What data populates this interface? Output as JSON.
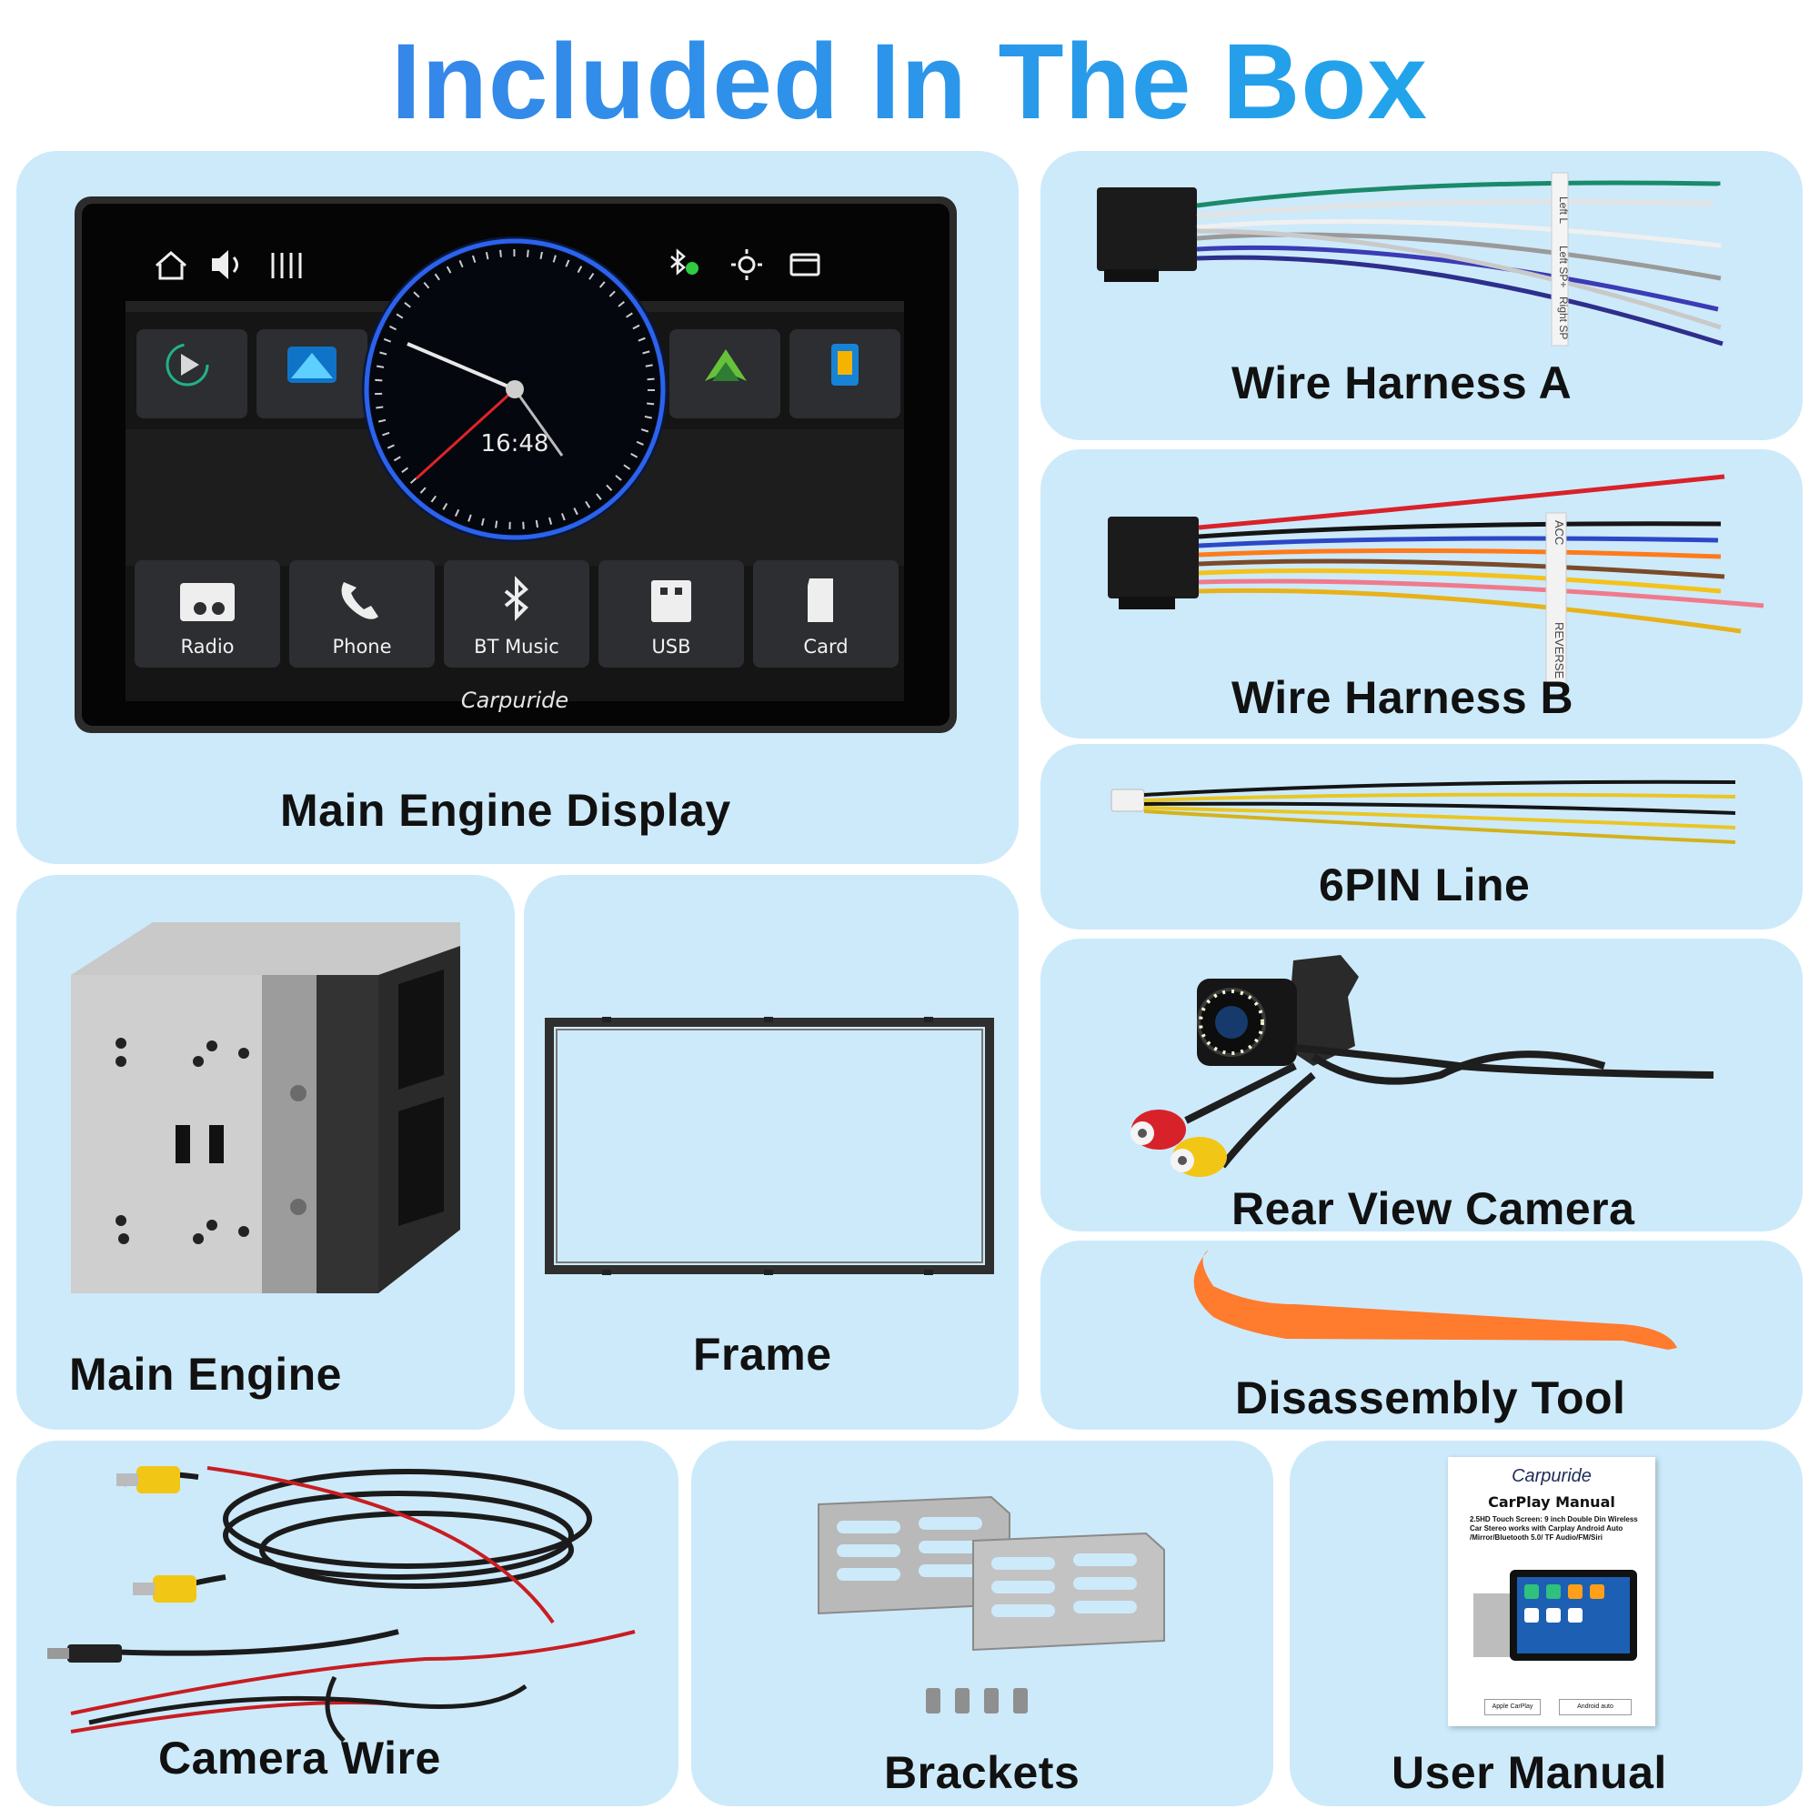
{
  "title": "Included In The Box",
  "colors": {
    "title_gradient_start": "#3d7be8",
    "title_gradient_end": "#19b0ec",
    "card_background": "#cdeafa",
    "label_text": "#111111"
  },
  "items": {
    "main_display": {
      "label": "Main Engine Display",
      "screen": {
        "clock_time": "16:48",
        "status_icons": [
          "home-icon",
          "volume-icon",
          "equalizer-icon",
          "bluetooth-connected-icon",
          "brightness-icon",
          "screen-mode-icon"
        ],
        "app_icons": [
          "play-icon",
          "carplay-icon",
          "android-auto-icon",
          "phone-link-icon"
        ],
        "tiles": [
          "Radio",
          "Phone",
          "BT Music",
          "USB",
          "Card"
        ],
        "brand": "Carpuride"
      }
    },
    "wire_harness_a": {
      "label": "Wire Harness A",
      "tag_texts": [
        "Left L",
        "Left SP+",
        "Right SP"
      ]
    },
    "wire_harness_b": {
      "label": "Wire Harness B",
      "tag_texts": [
        "ACC",
        "REVERSE"
      ]
    },
    "six_pin_line": {
      "label": "6PIN Line"
    },
    "rear_view_camera": {
      "label": "Rear View Camera"
    },
    "main_engine": {
      "label": "Main Engine"
    },
    "frame": {
      "label": "Frame"
    },
    "disassembly_tool": {
      "label": "Disassembly Tool"
    },
    "camera_wire": {
      "label": "Camera Wire"
    },
    "brackets": {
      "label": "Brackets"
    },
    "user_manual": {
      "label": "User Manual",
      "brand": "Carpuride",
      "heading": "CarPlay Manual",
      "description": "2.5HD Touch Screen: 9 inch Double Din Wireless Car Stereo works with Carplay Android Auto /Mirror/Bluetooth 5.0/ TF Audio/FM/Siri",
      "badges": [
        "Apple CarPlay",
        "Android auto"
      ]
    }
  }
}
